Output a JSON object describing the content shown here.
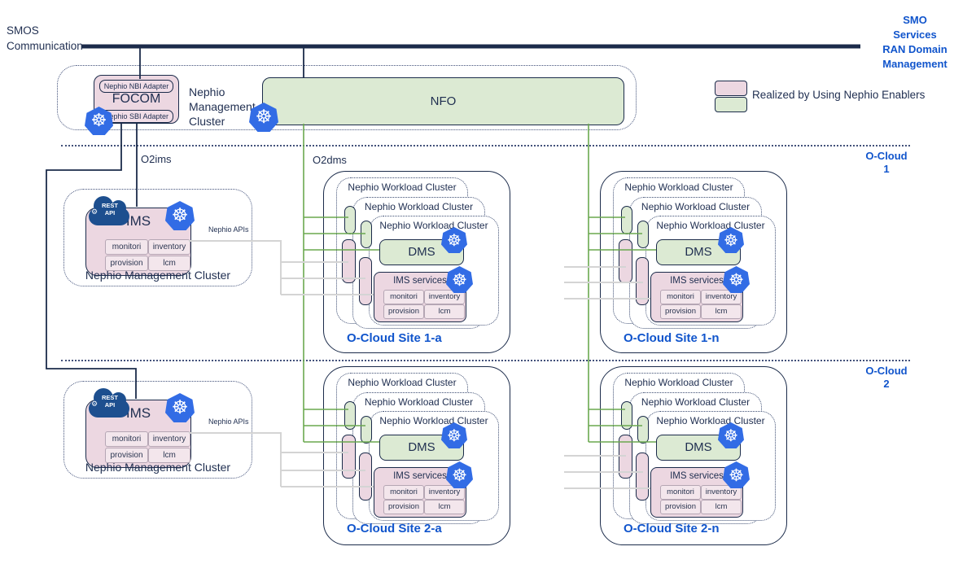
{
  "header": {
    "smos_line1": "SMOS",
    "smos_line2": "Communication",
    "smo_lines": [
      "SMO",
      "Services",
      "RAN Domain",
      "Management"
    ]
  },
  "legend": {
    "text": "Realized by Using Nephio Enablers"
  },
  "top": {
    "focom": "FOCOM",
    "nbi": "Nephio NBI Adapter",
    "sbi": "Nephio SBI Adapter",
    "mgmt_cluster_lines": [
      "Nephio",
      "Management",
      "Cluster"
    ],
    "nfo": "NFO"
  },
  "interfaces": {
    "o2ims": "O2ims",
    "o2dms": "O2dms",
    "nephio_apis": "Nephio APIs"
  },
  "regions": {
    "ocloud1_line1": "O-Cloud",
    "ocloud1_line2": "1",
    "ocloud2_line1": "O-Cloud",
    "ocloud2_line2": "2"
  },
  "mgmt": {
    "ims": "IMS",
    "cluster_label": "Nephio Management Cluster",
    "services": [
      "monitori",
      "inventory",
      "provision",
      "lcm"
    ],
    "rest_api_line1": "REST",
    "rest_api_line2": "API"
  },
  "workload": {
    "cluster_label": "Nephio Workload Cluster",
    "dms": "DMS",
    "ims_services": "IMS services",
    "services": [
      "monitori",
      "inventory",
      "provision",
      "lcm"
    ]
  },
  "sites": [
    {
      "name": "O-Cloud Site 1-a"
    },
    {
      "name": "O-Cloud Site 1-n"
    },
    {
      "name": "O-Cloud Site 2-a"
    },
    {
      "name": "O-Cloud Site 2-n"
    }
  ],
  "icons": {
    "kubernetes": "☸",
    "gear": "⚙"
  },
  "colors": {
    "navy": "#1b2b4a",
    "pink": "#ecd7e1",
    "green": "#dcead3",
    "green_line": "#6aa84f",
    "gray_line": "#d4d4d4",
    "blue_text": "#1155cc",
    "k8s_blue": "#326ce5"
  }
}
